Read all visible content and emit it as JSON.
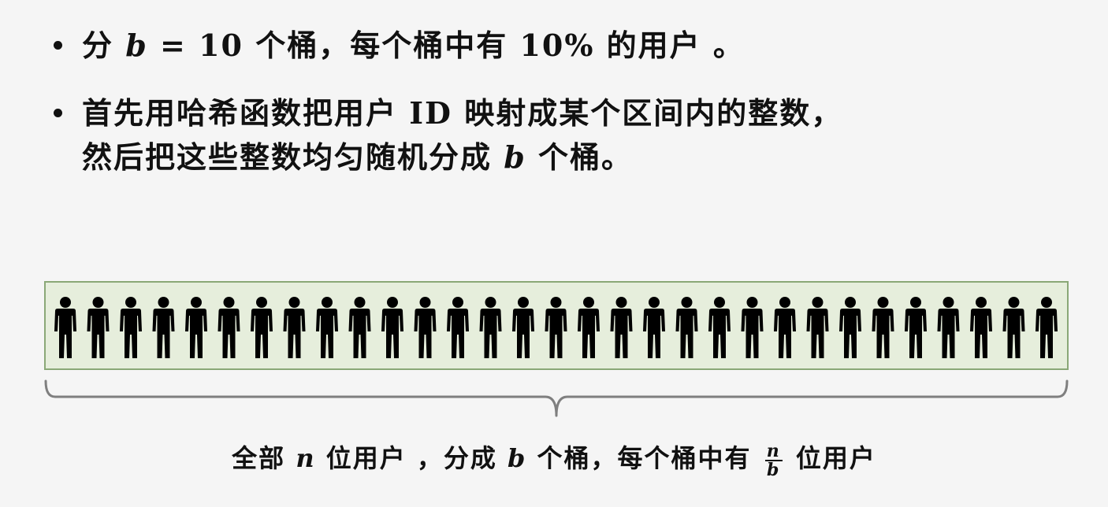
{
  "bullets": [
    {
      "parts": {
        "a": "分 ",
        "var": "b",
        "b": " = 10 个桶，每个桶中有 10% 的用户 。"
      }
    },
    {
      "line1": "首先用哈希函数把用户 ID 映射成某个区间内的整数，",
      "line2": {
        "a": "然后把这些整数均匀随机分成 ",
        "var": "b",
        "b": " 个桶。"
      }
    }
  ],
  "users_box": {
    "person_count": 31,
    "icon": "person-icon",
    "fill_color": "#e6eedc",
    "border_color": "#8aa877",
    "person_color": "#000000"
  },
  "brace": {
    "icon": "curly-brace-icon",
    "color": "#7f7f7f"
  },
  "caption": {
    "a": "全部 ",
    "var_n": "n",
    "b": " 位用户 ，分成 ",
    "var_b": "b",
    "c": " 个桶，每个桶中有 ",
    "frac_num": "n",
    "frac_den": "b",
    "d": " 位用户"
  }
}
